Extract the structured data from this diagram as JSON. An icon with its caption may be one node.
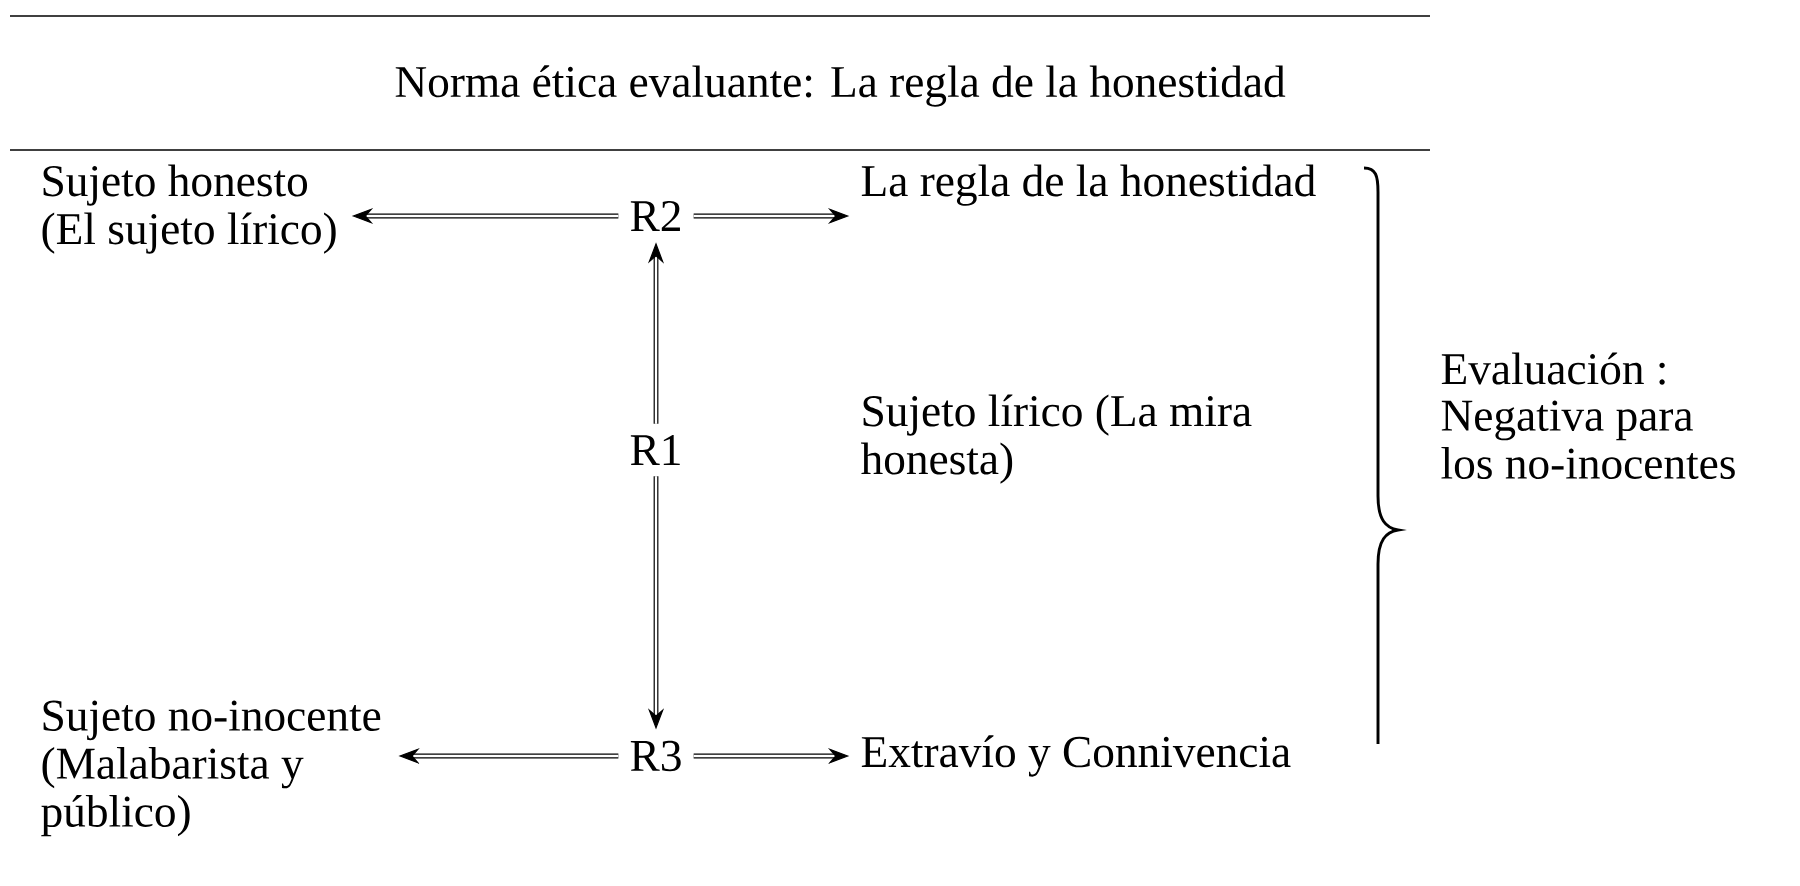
{
  "diagram": {
    "title": "Norma ética evaluante: La regla de la honestidad",
    "nodes": [
      {
        "text": [
          "Sujeto honesto (El sujeto lírico)"
        ]
      },
      {
        "text": [
          "R2"
        ]
      },
      {
        "text": [
          "La regla de la honestidad"
        ]
      },
      {
        "text": [
          "R1"
        ]
      },
      {
        "text": [
          "Sujeto no-inocente (Malabarista y público)"
        ]
      },
      {
        "text": [
          "R3"
        ]
      },
      {
        "text": [
          "Extravío y Connivencia"
        ]
      }
    ],
    "edges": [
      {
        "from": 1,
        "to": 0,
        "arrow": "to"
      },
      {
        "from": 1,
        "to": 2,
        "arrow": "to"
      },
      {
        "from": 3,
        "to": 1,
        "arrow": "to"
      },
      {
        "from": 3,
        "to": 5,
        "arrow": "to"
      },
      {
        "from": 5,
        "to": 4,
        "arrow": "to"
      },
      {
        "from": 5,
        "to": 6,
        "arrow": "to"
      }
    ],
    "labels": [
      "Sujeto lírico (La mira honesta)",
      "Evaluación :",
      "Negativa para los no-inocentes"
    ]
  }
}
